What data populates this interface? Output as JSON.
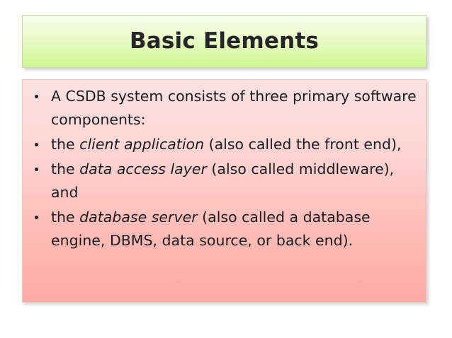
{
  "slide": {
    "background_color": "#ffffff",
    "title": {
      "text": "Basic Elements",
      "gradient_top": "#f7fdec",
      "gradient_bottom": "#cdf792",
      "border_color": "#c9d9a4",
      "text_color": "#26262a"
    },
    "content": {
      "gradient_top": "#fce1e2",
      "gradient_bottom": "#ffa9a1",
      "border_color": "#f0c3c3",
      "text_color": "#1d1d20",
      "bullet_glyph": "bullet-dot",
      "bullets": [
        {
          "id": "bullet-1",
          "html": "A CSDB system consists of three primary software components:",
          "plain": "A CSDB system consists of three primary software components:"
        },
        {
          "id": "bullet-2",
          "html": "the <em>client application</em> (also called the front end),",
          "plain": "the client application (also called the front end),"
        },
        {
          "id": "bullet-3",
          "html": "the <em>data access layer</em> (also called middleware), and",
          "plain": "the data access layer (also called middleware), and"
        },
        {
          "id": "bullet-4",
          "html": "the <em>database server</em> (also called a database engine, DBMS, data source, or back end).",
          "plain": "the database server (also called a database engine, DBMS, data source, or back end)."
        }
      ]
    }
  }
}
